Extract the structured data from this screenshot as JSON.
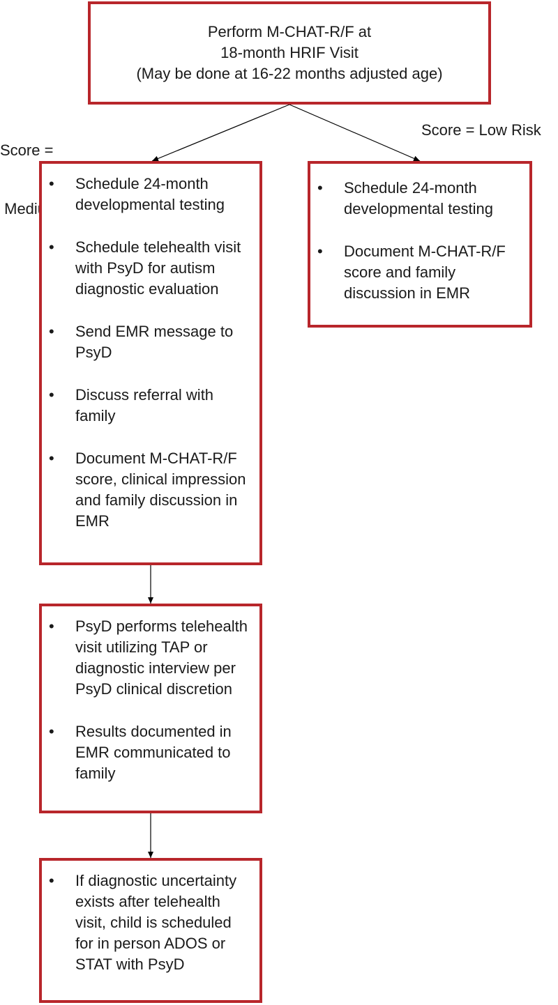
{
  "top": {
    "lines": [
      "Perform M-CHAT-R/F at",
      "18-month HRIF Visit",
      "(May be done at 16-22 months adjusted age)"
    ]
  },
  "labels": {
    "left": [
      "Score =",
      " Medium  or High Risk"
    ],
    "right": "Score = Low Risk"
  },
  "boxes": {
    "high_risk": {
      "items": [
        "Schedule 24-month developmental testing",
        "Schedule telehealth visit with PsyD for autism diagnostic evaluation",
        "Send EMR message to PsyD",
        "Discuss referral with family",
        "Document M-CHAT-R/F score, clinical impression and family discussion in EMR"
      ]
    },
    "low_risk": {
      "items": [
        "Schedule 24-month developmental testing",
        "Document M-CHAT-R/F score and family discussion in EMR"
      ]
    },
    "telehealth": {
      "items": [
        "PsyD performs telehealth visit utilizing TAP or diagnostic interview per PsyD clinical discretion",
        "Results documented in EMR communicated to family"
      ]
    },
    "followup": {
      "items": [
        "If diagnostic uncertainty exists after telehealth visit, child is scheduled for in person ADOS or STAT with PsyD"
      ]
    }
  },
  "colors": {
    "box_border": "#b8262b",
    "arrow": "#000000"
  }
}
